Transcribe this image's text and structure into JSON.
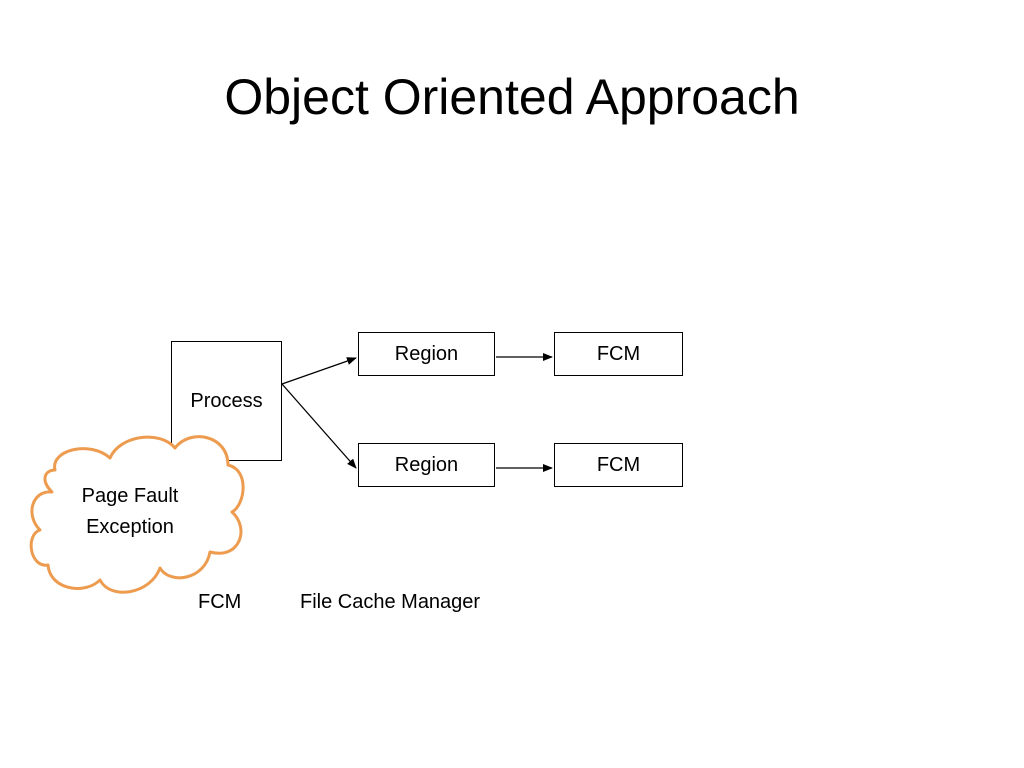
{
  "slide": {
    "title": "Object Oriented Approach"
  },
  "diagram": {
    "process_label": "Process",
    "regions": [
      {
        "region_label": "Region",
        "fcm_label": "FCM"
      },
      {
        "region_label": "Region",
        "fcm_label": "FCM"
      }
    ],
    "cloud": {
      "line1": "Page Fault",
      "line2": "Exception",
      "outline_color": "#ED9B4F"
    }
  },
  "legend": {
    "term": "FCM",
    "definition": "File Cache Manager"
  }
}
